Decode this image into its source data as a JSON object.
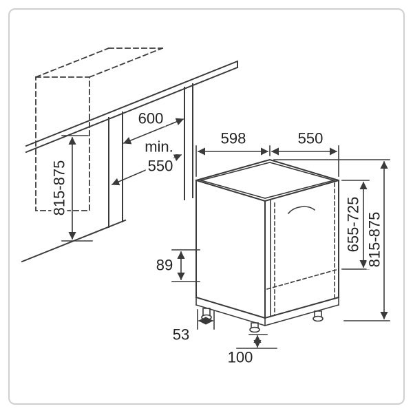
{
  "frame": {
    "border_color": "#cfcfcf",
    "background": "#ffffff"
  },
  "style": {
    "line_color": "#3a3a3a",
    "text_color": "#222222"
  },
  "niche": {
    "width": "600",
    "depth_min_label": "min.",
    "depth": "550",
    "height_range": "815-875"
  },
  "appliance": {
    "width": "598",
    "depth": "550",
    "door_height_range": "655-725",
    "height_range": "815-875",
    "plinth_height": "89",
    "plinth_recess": "53",
    "foot_adjust": "100"
  }
}
